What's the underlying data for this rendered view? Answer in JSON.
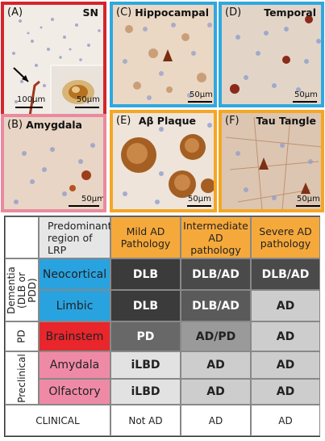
{
  "panels": [
    {
      "letter": "(A)",
      "title": "SN",
      "scale": "100µm",
      "scale2": "50µm",
      "border": "#d4262c"
    },
    {
      "letter": "(B)",
      "title": "Amygdala",
      "scale": "50µm",
      "border": "#e98aa0"
    },
    {
      "letter": "(C)",
      "title": "Hippocampal",
      "scale": "50µm",
      "border": "#2fa8df"
    },
    {
      "letter": "(D)",
      "title": "Temporal",
      "scale": "50µm",
      "border": "#2fa8df"
    },
    {
      "letter": "(E)",
      "title": "Aβ Plaque",
      "scale": "50µm",
      "border": "#f5a623"
    },
    {
      "letter": "(F)",
      "title": "Tau Tangle",
      "scale": "50µm",
      "border": "#f5a623"
    }
  ],
  "table": {
    "corner_header": "Predominant region of LRP",
    "col_headers": [
      "Mild AD Pathology",
      "Intermediate AD pathology",
      "Severe AD pathology"
    ],
    "groups": [
      "Dementia (DLB or PDD)",
      "PD",
      "Preclinical"
    ],
    "rows": [
      {
        "region": "Neocortical",
        "values": [
          "DLB",
          "DLB/AD",
          "DLB/AD"
        ]
      },
      {
        "region": "Limbic",
        "values": [
          "DLB",
          "DLB/AD",
          "AD"
        ]
      },
      {
        "region": "Brainstem",
        "values": [
          "PD",
          "AD/PD",
          "AD"
        ]
      },
      {
        "region": "Amydala",
        "values": [
          "iLBD",
          "AD",
          "AD"
        ]
      },
      {
        "region": "Olfactory",
        "values": [
          "iLBD",
          "AD",
          "AD"
        ]
      }
    ],
    "footer": {
      "label": "CLINICAL",
      "values": [
        "Not AD",
        "AD",
        "AD"
      ]
    }
  },
  "colors": {
    "header_orange": "#f6a93b",
    "neocortical": "#29a3e0",
    "limbic": "#29a3e0",
    "brainstem": "#e8262c",
    "amygdala": "#ef8aa6",
    "olfactory": "#ef8aa6",
    "dark": "#3b3b3b",
    "mid": "#686868",
    "light": "#cdcdcd",
    "vlight": "#e2e2e2"
  }
}
